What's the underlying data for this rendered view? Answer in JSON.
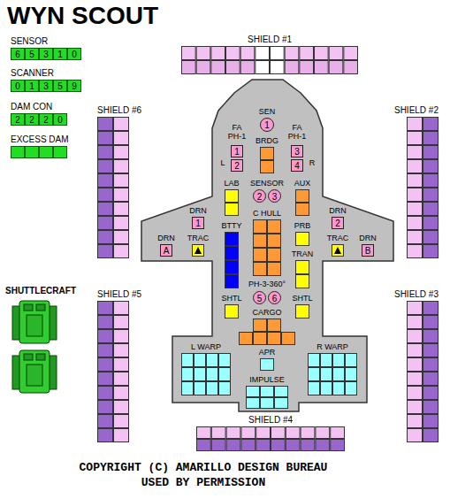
{
  "diagram": {
    "title": "WYN SCOUT",
    "caption": "COPYRIGHT (C) AMARILLO DESIGN BUREAU USED BY PERMISSION",
    "nodes": [
      {
        "text": [
          "SENSOR"
        ]
      },
      {
        "text": [
          "6"
        ],
        "in": 0
      },
      {
        "text": [
          "5"
        ],
        "in": 0
      },
      {
        "text": [
          "3"
        ],
        "in": 0
      },
      {
        "text": [
          "1"
        ],
        "in": 0
      },
      {
        "text": [
          "0"
        ],
        "in": 0
      },
      {
        "text": [
          "SCANNER"
        ]
      },
      {
        "text": [
          "0"
        ],
        "in": 6
      },
      {
        "text": [
          "1"
        ],
        "in": 6
      },
      {
        "text": [
          "3"
        ],
        "in": 6
      },
      {
        "text": [
          "5"
        ],
        "in": 6
      },
      {
        "text": [
          "9"
        ],
        "in": 6
      },
      {
        "text": [
          "DAM CON"
        ]
      },
      {
        "text": [
          "2"
        ],
        "in": 12
      },
      {
        "text": [
          "2"
        ],
        "in": 12
      },
      {
        "text": [
          "2"
        ],
        "in": 12
      },
      {
        "text": [
          "0"
        ],
        "in": 12
      },
      {
        "text": [
          "EXCESS DAM"
        ]
      },
      {
        "text": [
          "SHIELD #1"
        ]
      },
      {
        "text": [
          "SEN",
          "1"
        ]
      },
      {
        "text": [
          "SHIELD #6"
        ]
      },
      {
        "text": [
          "SHIELD #2"
        ]
      },
      {
        "text": [
          "BRDG"
        ]
      },
      {
        "text": [
          "1"
        ]
      },
      {
        "text": [
          "2"
        ]
      },
      {
        "text": [
          "3"
        ]
      },
      {
        "text": [
          "4"
        ]
      },
      {
        "text": [
          "LAB"
        ]
      },
      {
        "text": [
          "2"
        ]
      },
      {
        "text": [
          "3"
        ]
      },
      {
        "text": [
          "AUX"
        ]
      },
      {
        "text": [
          "DRN",
          "1"
        ]
      },
      {
        "text": [
          "DRN",
          "2"
        ]
      },
      {
        "text": [
          "C HULL"
        ]
      },
      {
        "text": [
          "BTTY"
        ]
      },
      {
        "text": [
          "PRB"
        ]
      },
      {
        "text": [
          "DRN",
          "A"
        ]
      },
      {
        "text": [
          "TRAC"
        ]
      },
      {
        "text": [
          "TRAC"
        ]
      },
      {
        "text": [
          "DRN",
          "B"
        ]
      },
      {
        "text": [
          "TRAN"
        ]
      },
      {
        "text": [
          "SHUTTLECRAFT"
        ]
      },
      {
        "text": [
          "SHIELD #5"
        ]
      },
      {
        "text": [
          "SHIELD #3"
        ]
      },
      {
        "text": [
          "5"
        ]
      },
      {
        "text": [
          "6"
        ]
      },
      {
        "text": [
          "SHTL"
        ]
      },
      {
        "text": [
          "SHTL"
        ]
      },
      {
        "text": [
          "CARGO"
        ]
      },
      {
        "text": [
          "L WARP"
        ]
      },
      {
        "text": [
          "APR"
        ]
      },
      {
        "text": [
          "R WARP"
        ]
      },
      {
        "text": [
          "IMPULSE"
        ]
      },
      {
        "text": [
          "SHIELD #4"
        ]
      }
    ],
    "labels": [
      "FA PH-1",
      "FA PH-1",
      "L",
      "R",
      "SENSOR",
      "PH-3-360°"
    ]
  }
}
